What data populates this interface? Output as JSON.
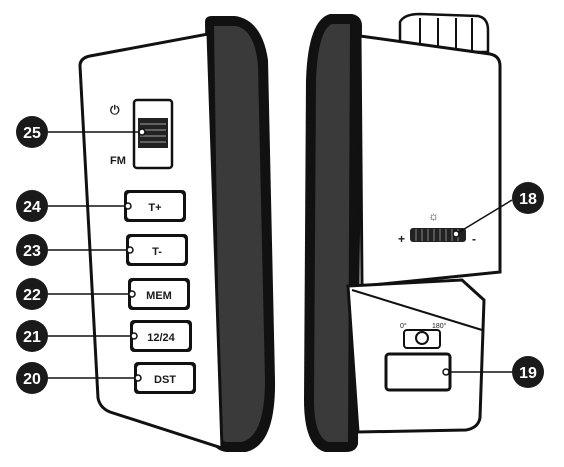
{
  "left_view": {
    "switch": {
      "top_label": "⏻",
      "bottom_label": "FM"
    },
    "buttons": [
      {
        "label": "T+"
      },
      {
        "label": "T-"
      },
      {
        "label": "MEM"
      },
      {
        "label": "12/24"
      },
      {
        "label": "DST"
      }
    ]
  },
  "right_view": {
    "dimmer": {
      "plus_label": "+",
      "minus_label": "-"
    },
    "projector_dial": {
      "left_label": "0°",
      "right_label": "180°"
    }
  },
  "callouts": [
    "25",
    "24",
    "23",
    "22",
    "21",
    "20",
    "18",
    "19"
  ]
}
